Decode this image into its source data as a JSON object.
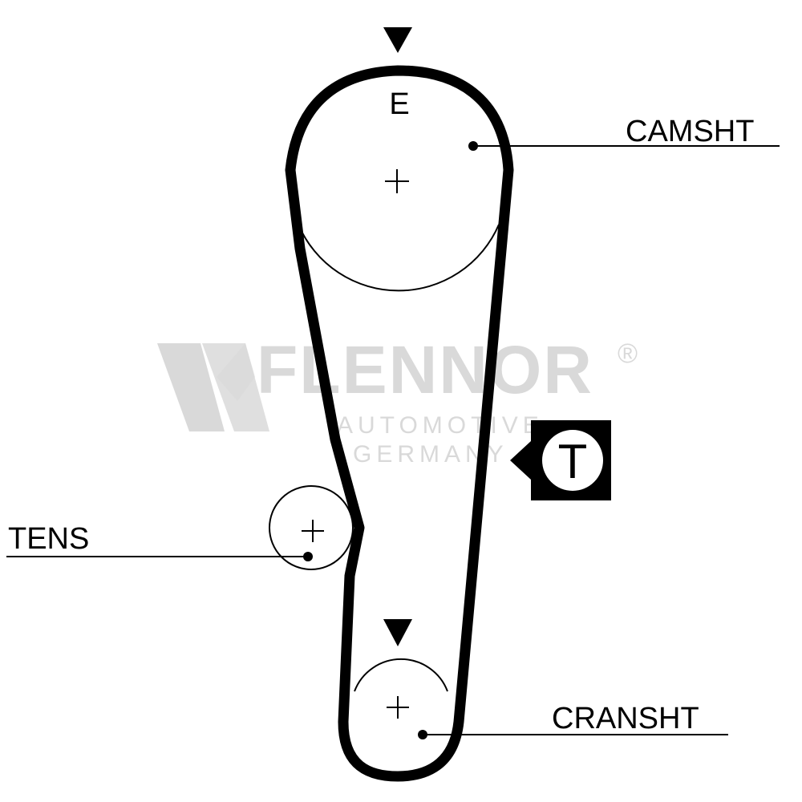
{
  "labels": {
    "camshaft": "CAMSHT",
    "tensioner": "TENS",
    "crankshaft": "CRANSHT",
    "camshaft_mark": "E",
    "tension_side_marker": "T"
  },
  "watermark": {
    "brand": "FLENNOR",
    "registered": "®",
    "line1": "AUTOMOTIVE",
    "line2": "GERMANY"
  },
  "colors": {
    "belt": "#000000",
    "watermark": "#d9d9d9"
  }
}
